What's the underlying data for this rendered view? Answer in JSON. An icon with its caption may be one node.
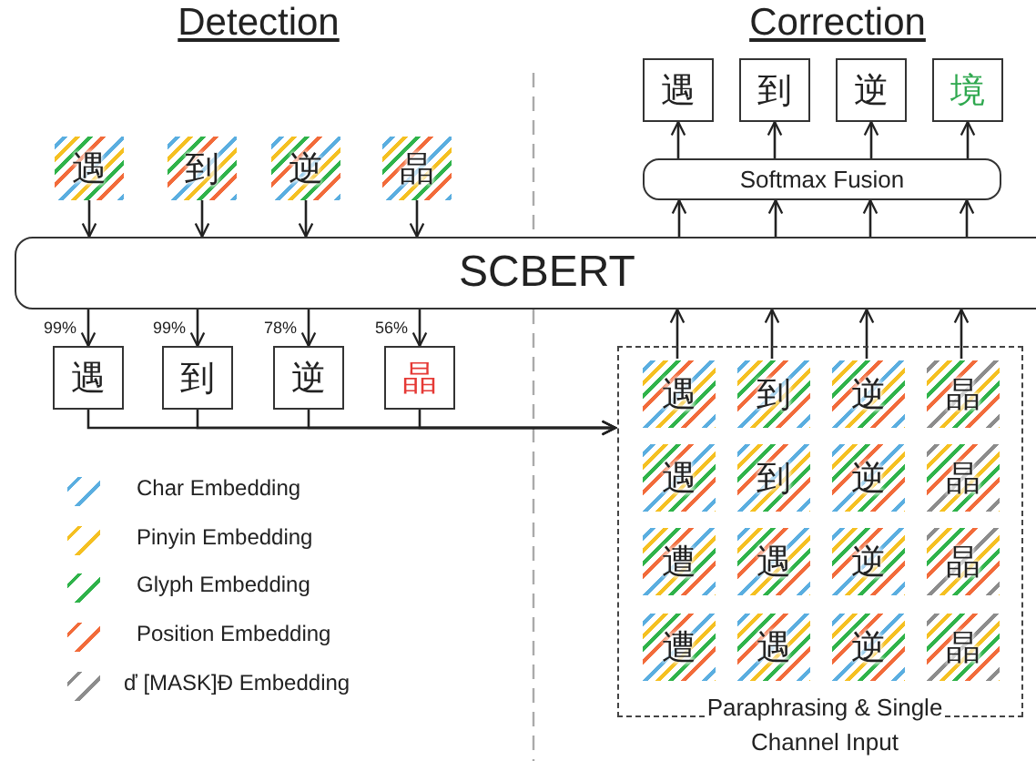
{
  "diagram": {
    "nodes": [
      {
        "text": [
          "SCBERT"
        ]
      },
      {
        "text": [
          "遇"
        ]
      },
      {
        "text": [
          "到"
        ]
      },
      {
        "text": [
          "逆"
        ]
      },
      {
        "text": [
          "晶"
        ]
      },
      {
        "text": [
          "遇"
        ],
        "beside": [
          "99%"
        ]
      },
      {
        "text": [
          "到"
        ],
        "beside": [
          "99%"
        ]
      },
      {
        "text": [
          "逆"
        ],
        "beside": [
          "78%"
        ]
      },
      {
        "text": [
          "晶"
        ],
        "beside": [
          "56%"
        ]
      },
      {
        "text": [
          "Softmax Fusion"
        ]
      },
      {
        "text": [
          "遇"
        ]
      },
      {
        "text": [
          "到"
        ]
      },
      {
        "text": [
          "逆"
        ]
      },
      {
        "text": [
          "境"
        ]
      },
      {
        "text": [
          "Paraphrasing & Single Channel Input"
        ]
      },
      {
        "text": [
          "遇"
        ],
        "in": 14
      },
      {
        "text": [
          "到"
        ],
        "in": 14
      },
      {
        "text": [
          "逆"
        ],
        "in": 14
      },
      {
        "text": [
          "晶"
        ],
        "in": 14
      },
      {
        "text": [
          "遇"
        ],
        "in": 14
      },
      {
        "text": [
          "到"
        ],
        "in": 14
      },
      {
        "text": [
          "逆"
        ],
        "in": 14
      },
      {
        "text": [
          "晶"
        ],
        "in": 14
      },
      {
        "text": [
          "遭"
        ],
        "in": 14
      },
      {
        "text": [
          "遇"
        ],
        "in": 14
      },
      {
        "text": [
          "逆"
        ],
        "in": 14
      },
      {
        "text": [
          "晶"
        ],
        "in": 14
      },
      {
        "text": [
          "遭"
        ],
        "in": 14
      },
      {
        "text": [
          "遇"
        ],
        "in": 14
      },
      {
        "text": [
          "逆"
        ],
        "in": 14
      },
      {
        "text": [
          "晶"
        ],
        "in": 14
      }
    ],
    "edges": [
      {
        "from": 1,
        "to": 0,
        "arrow": "to"
      },
      {
        "from": 2,
        "to": 0,
        "arrow": "to"
      },
      {
        "from": 3,
        "to": 0,
        "arrow": "to"
      },
      {
        "from": 4,
        "to": 0,
        "arrow": "to"
      },
      {
        "from": 0,
        "to": 5,
        "arrow": "to"
      },
      {
        "from": 0,
        "to": 6,
        "arrow": "to"
      },
      {
        "from": 0,
        "to": 7,
        "arrow": "to"
      },
      {
        "from": 0,
        "to": 8,
        "arrow": "to"
      },
      {
        "from": 5,
        "to": 14,
        "arrow": "to"
      },
      {
        "from": 6,
        "to": 14,
        "arrow": "to"
      },
      {
        "from": 7,
        "to": 14,
        "arrow": "to"
      },
      {
        "from": 8,
        "to": 14,
        "arrow": "to"
      },
      {
        "from": 15,
        "to": 0,
        "arrow": "to"
      },
      {
        "from": 16,
        "to": 0,
        "arrow": "to"
      },
      {
        "from": 17,
        "to": 0,
        "arrow": "to"
      },
      {
        "from": 18,
        "to": 0,
        "arrow": "to"
      },
      {
        "from": 0,
        "to": 9,
        "arrow": "to"
      },
      {
        "from": 0,
        "to": 9,
        "arrow": "to"
      },
      {
        "from": 0,
        "to": 9,
        "arrow": "to"
      },
      {
        "from": 0,
        "to": 9,
        "arrow": "to"
      },
      {
        "from": 9,
        "to": 10,
        "arrow": "to"
      },
      {
        "from": 9,
        "to": 11,
        "arrow": "to"
      },
      {
        "from": 9,
        "to": 12,
        "arrow": "to"
      },
      {
        "from": 9,
        "to": 13,
        "arrow": "to"
      }
    ],
    "labels": [
      "Detection",
      "Correction"
    ],
    "legend": [
      {
        "text": "Char Embedding",
        "color": "#5aaee0"
      },
      {
        "text": "Pinyin Embedding",
        "color": "#f5c021"
      },
      {
        "text": "Glyph Embedding",
        "color": "#2fb34a"
      },
      {
        "text": "Position Embedding",
        "color": "#f26b3a"
      },
      {
        "text": "ď [MASK]Đ Embedding",
        "color": "#8c8c8c"
      }
    ]
  }
}
